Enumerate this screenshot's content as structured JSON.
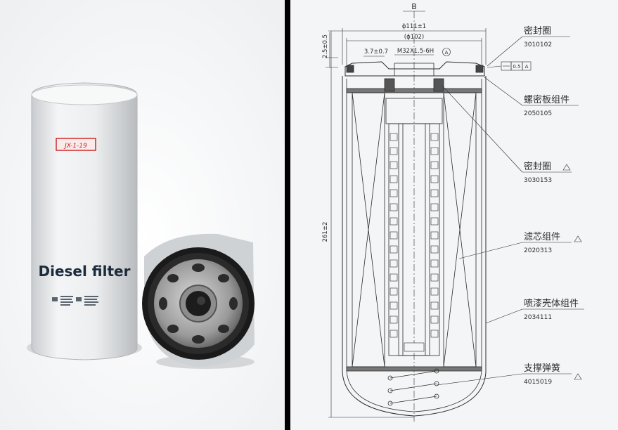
{
  "photo": {
    "filter_label": "Diesel filter",
    "sticker_code": "JX-1-19"
  },
  "drawing": {
    "view_mark": "B",
    "dimensions": {
      "outer_diameter": "ϕ111±1",
      "inner_diameter": "(ϕ102)",
      "thread": "M32X1.5-6H",
      "datum": "A",
      "gap": "3.7±0.7",
      "top_offset": "2.5±0.5",
      "height": "261±2",
      "flatness": "0.5",
      "flatness_datum": "A"
    },
    "parts": [
      {
        "name": "密封圈",
        "code": "3010102",
        "warn": false
      },
      {
        "name": "螺密板组件",
        "code": "2050105",
        "warn": false
      },
      {
        "name": "密封圈",
        "code": "3030153",
        "warn": true
      },
      {
        "name": "滤芯组件",
        "code": "2020313",
        "warn": true
      },
      {
        "name": "喷漆壳体组件",
        "code": "2034111",
        "warn": false
      },
      {
        "name": "支撑弹簧",
        "code": "4015019",
        "warn": true
      }
    ]
  }
}
